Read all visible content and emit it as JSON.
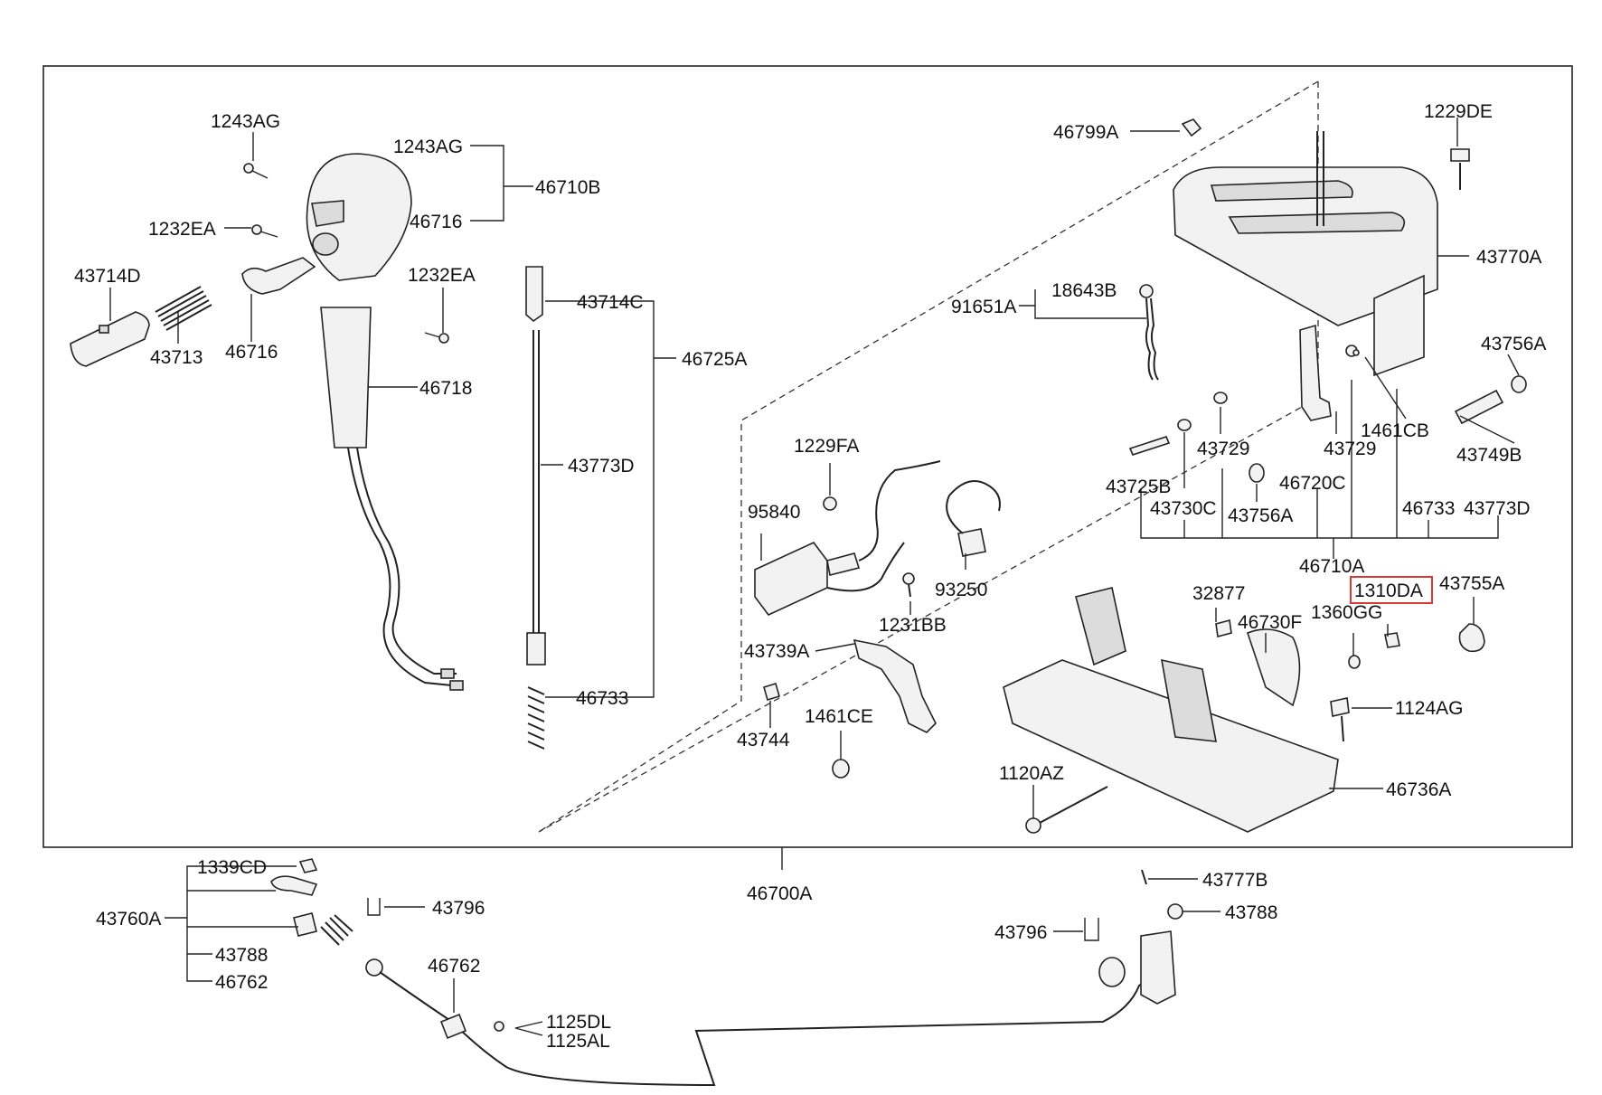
{
  "diagram": {
    "frame_label": "46700A",
    "highlighted_part": "1310DA",
    "labels": {
      "p_1243AG_a": "1243AG",
      "p_1243AG_b": "1243AG",
      "p_46710B": "46710B",
      "p_46716_a": "46716",
      "p_1232EA_a": "1232EA",
      "p_1232EA_b": "1232EA",
      "p_43714D": "43714D",
      "p_43713": "43713",
      "p_46716_b": "46716",
      "p_46718": "46718",
      "p_43714C": "43714C",
      "p_46725A": "46725A",
      "p_43773D_a": "43773D",
      "p_46733_a": "46733",
      "p_46799A": "46799A",
      "p_1229DE": "1229DE",
      "p_43770A": "43770A",
      "p_91651A": "91651A",
      "p_18643B": "18643B",
      "p_43756A_a": "43756A",
      "p_1461CB": "1461CB",
      "p_43749B": "43749B",
      "p_43729_a": "43729",
      "p_43729_b": "43729",
      "p_43725B": "43725B",
      "p_43730C": "43730C",
      "p_43756A_b": "43756A",
      "p_46720C": "46720C",
      "p_46733_b": "46733",
      "p_43773D_b": "43773D",
      "p_46710A": "46710A",
      "p_1229FA": "1229FA",
      "p_95840": "95840",
      "p_93250": "93250",
      "p_1231BB": "1231BB",
      "p_32877": "32877",
      "p_46730F": "46730F",
      "p_1310DA": "1310DA",
      "p_1360GG": "1360GG",
      "p_43755A": "43755A",
      "p_43739A": "43739A",
      "p_1124AG": "1124AG",
      "p_1461CE": "1461CE",
      "p_43744": "43744",
      "p_1120AZ": "1120AZ",
      "p_46736A": "46736A",
      "p_46700A": "46700A",
      "p_1339CD": "1339CD",
      "p_43760A": "43760A",
      "p_43796_a": "43796",
      "p_43788_a": "43788",
      "p_46762_a": "46762",
      "p_46762_b": "46762",
      "p_1125DL": "1125DL",
      "p_1125AL": "1125AL",
      "p_43777B": "43777B",
      "p_43796_b": "43796",
      "p_43788_b": "43788"
    }
  }
}
